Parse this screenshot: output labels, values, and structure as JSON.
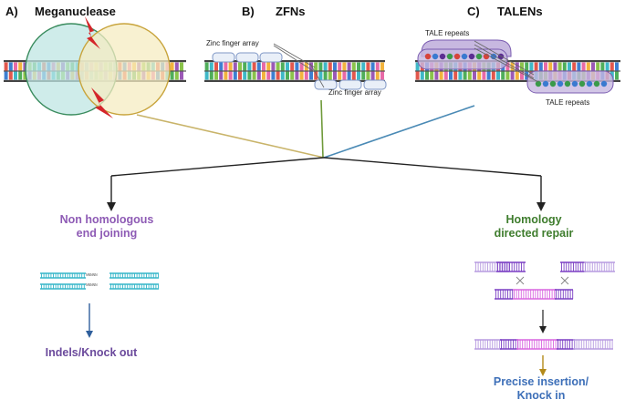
{
  "panels": {
    "a": {
      "letter": "A)",
      "title": "Meganuclease"
    },
    "b": {
      "letter": "B)",
      "title": "ZFNs",
      "array_top": "Zinc finger array",
      "array_bottom": "Zinc finger array"
    },
    "c": {
      "letter": "C)",
      "title": "TALENs",
      "repeats_top": "TALE repeats",
      "repeats_bottom": "TALE repeats"
    }
  },
  "nhej": {
    "title": "Non homologous end joining",
    "insert_top": "NNNNN",
    "insert_bottom": "NNNNN",
    "result": "Indels/Knock out"
  },
  "hdr": {
    "title": "Homology directed repair",
    "result": "Precise insertion/ Knock in"
  },
  "colors": {
    "meganuclease_left": "#bfe6e3",
    "meganuclease_right": "#f5ecc2",
    "break_bolt": "#d4262a",
    "zfn_domain": "#e9eff8",
    "tale_domain": "#c7b8e0",
    "line_meganuclease": "#c9b46a",
    "line_zfn": "#6f9a3a",
    "line_talen": "#4a8ab5",
    "nhej_text": "#8e5bb5",
    "nhej_result": "#6b4a9c",
    "hdr_text": "#3f7d2e",
    "hdr_result": "#3d6fb8",
    "dna_nhej": "#35b6c9",
    "dna_hdr_light": "#b79be0",
    "dna_hdr_dark": "#7b3fc4",
    "dna_hdr_pink": "#d966e0"
  }
}
